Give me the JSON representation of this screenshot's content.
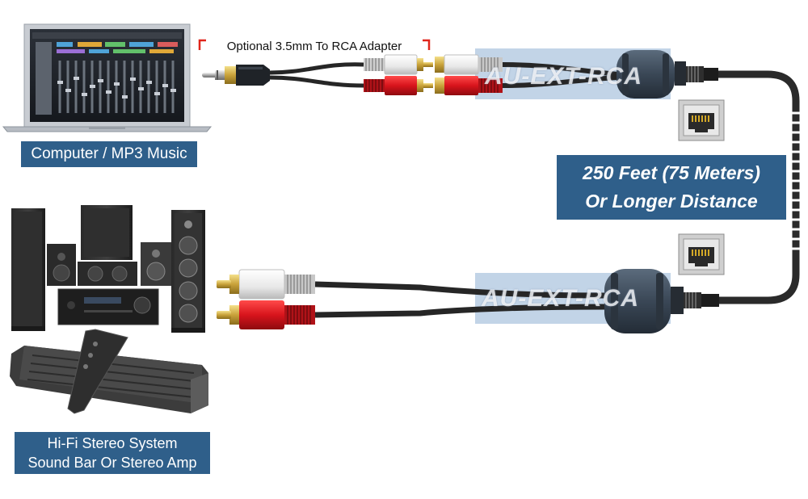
{
  "adapter_label": "Optional 3.5mm To RCA Adapter",
  "computer_label": "Computer / MP3 Music",
  "distance_label": {
    "line1": "250 Feet (75 Meters)",
    "line2": "Or Longer Distance"
  },
  "hifi_label": {
    "line1": "Hi-Fi Stereo System",
    "line2": "Sound Bar Or Stereo Amp"
  },
  "watermark_top": "AU-EXT-RCA",
  "watermark_bottom": "AU-EXT-RCA",
  "colors": {
    "label_bg": "#2f5f8a",
    "label_text": "#ffffff",
    "red_plug": "#d8141c",
    "white_plug": "#f2f2f2",
    "cable": "#2a2a2a",
    "adapter_body": "#3f4d5c",
    "bracket": "#e0261b",
    "watermark_bg": "#b7cde3"
  },
  "icons": [
    "laptop-icon",
    "speaker-system-icon",
    "soundbar-icon",
    "remote-icon",
    "rj45-port-icon"
  ]
}
